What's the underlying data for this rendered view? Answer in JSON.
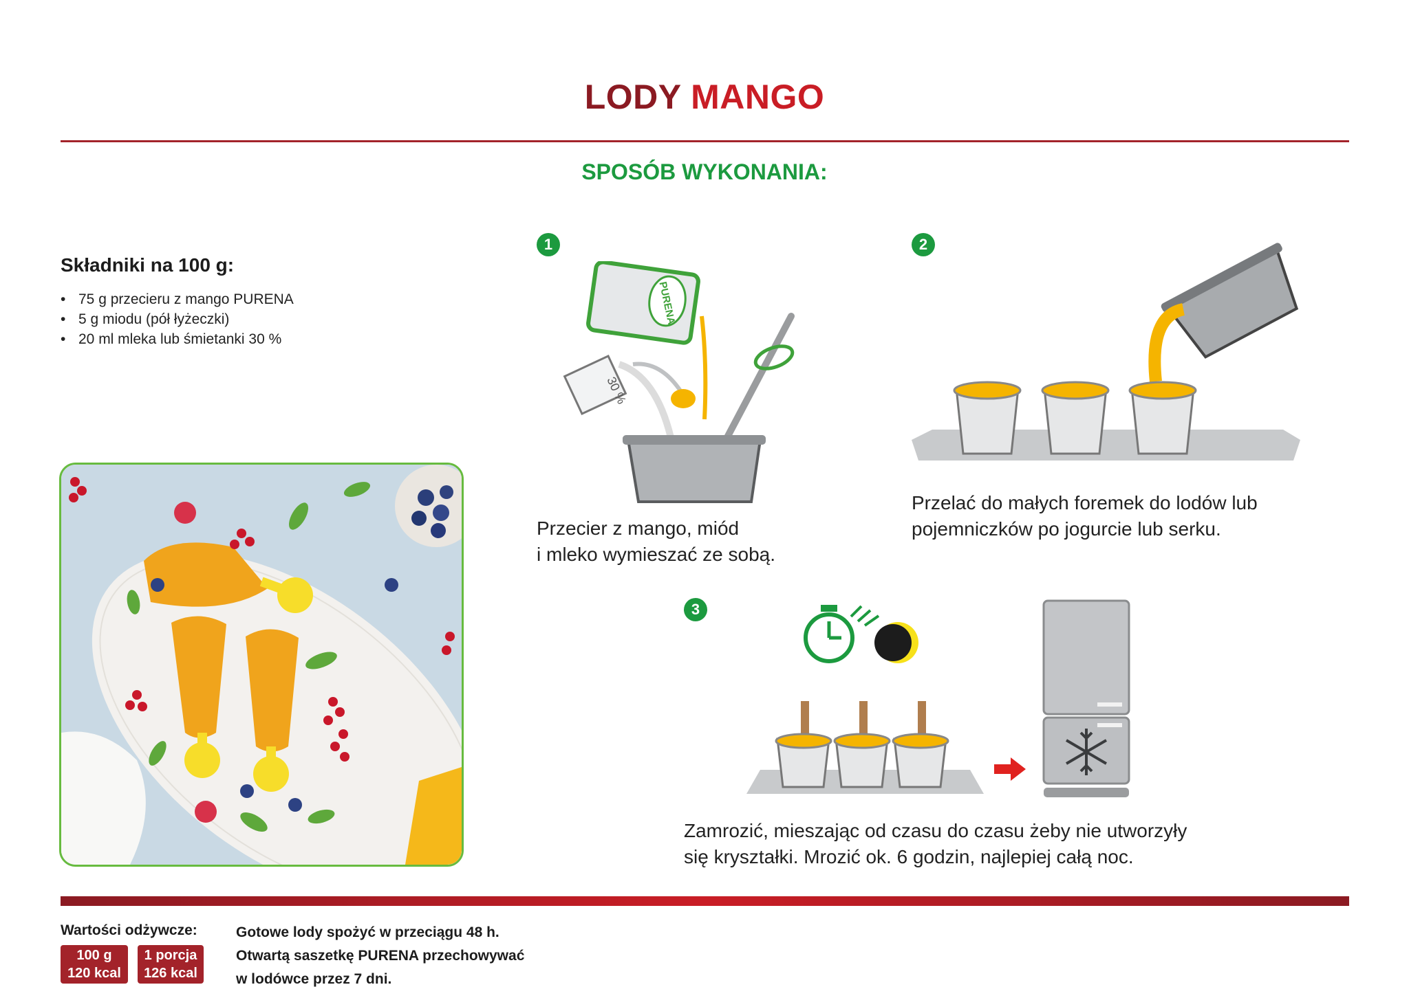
{
  "title": {
    "part1": "LODY",
    "part2": "MANGO"
  },
  "subtitle": "SPOSÓB WYKONANIA:",
  "ingredients": {
    "heading": "Składniki na 100 g:",
    "items": [
      "75 g przecieru z mango PURENA",
      "5 g miodu (pół łyżeczki)",
      "20 ml mleka lub śmietanki 30 %"
    ]
  },
  "steps": [
    {
      "number": "1",
      "caption_lines": [
        "Przecier z mango, miód",
        "i mleko wymieszać ze sobą."
      ]
    },
    {
      "number": "2",
      "caption_lines": [
        "Przelać do małych foremek do lodów lub",
        "pojemniczków po jogurcie lub serku."
      ]
    },
    {
      "number": "3",
      "caption_lines": [
        "Zamrozić, mieszając od czasu do czasu żeby nie utworzyły",
        "się kryształki. Mrozić ok. 6 godzin, najlepiej całą noc."
      ]
    }
  ],
  "illustration_labels": {
    "pouch_brand": "PURENA",
    "cream_percent": "30 %"
  },
  "nutrition": {
    "label": "Wartości odżywcze:",
    "badges": [
      {
        "top": "100 g",
        "bottom": "120 kcal"
      },
      {
        "top": "1 porcja",
        "bottom": "126 kcal"
      }
    ]
  },
  "storage": {
    "lines": [
      "Gotowe lody spożyć w przeciągu 48 h.",
      "Otwartą saszetkę PURENA przechowywać",
      "w lodówce przez 7 dni."
    ]
  },
  "colors": {
    "brand_red": "#a3232a",
    "accent_green": "#1c9a3f",
    "photo_border": "#67bb3f",
    "mango": "#f5b400"
  }
}
